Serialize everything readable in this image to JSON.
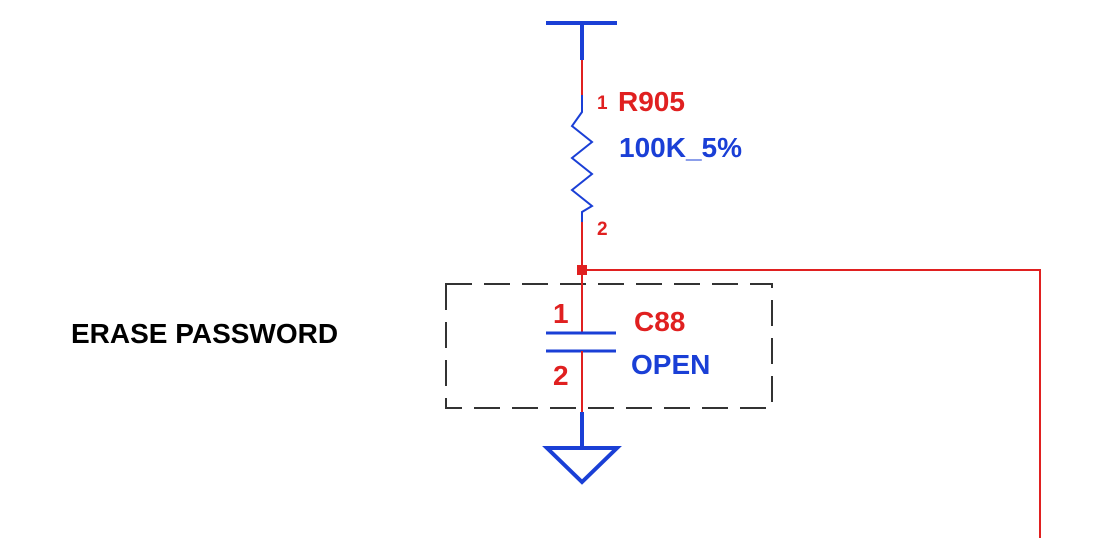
{
  "resistor": {
    "pin1": "1",
    "pin2": "2",
    "refdes": "R905",
    "value": "100K_5%"
  },
  "capacitor": {
    "pin1": "1",
    "pin2": "2",
    "refdes": "C88",
    "value": "OPEN"
  },
  "option_label": "ERASE PASSWORD",
  "colors": {
    "wire": "#e02020",
    "symbol": "#1a3fd6",
    "pin_label": "#e02020",
    "value_label": "#1a3fd6",
    "text": "#000000",
    "box": "#333333"
  }
}
